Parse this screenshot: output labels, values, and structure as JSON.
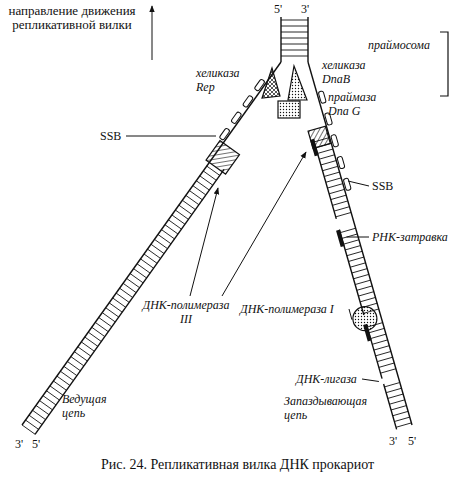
{
  "diagram": {
    "caption": "Рис. 24. Репликативная вилка ДНК прокариот",
    "labels": [
      "5'",
      "3'",
      "направление движения репликативной вилки",
      "хеликаза Rep",
      "хеликаза DnaB",
      "праймаза Dna G",
      "праймосома",
      "SSB",
      "SSB",
      "ДНК-полимераза III",
      "РНК-затравка",
      "ДНК-полимераза I",
      "ДНК-лигаза",
      "Запаздывающая цепь",
      "Ведущая цепь",
      "3'",
      "5'",
      "3'",
      "5'"
    ]
  }
}
